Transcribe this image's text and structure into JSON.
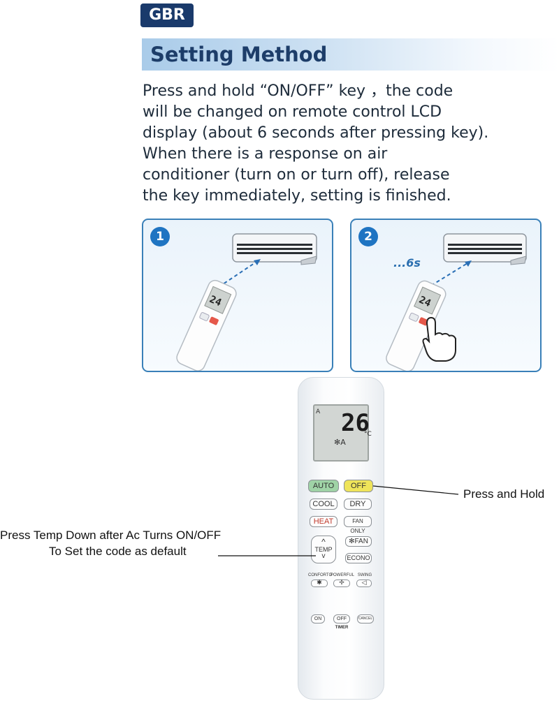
{
  "tag": "GBR",
  "heading": "Setting Method",
  "instructions": [
    "Press and hold “ON/OFF” key ，the code",
    "will be changed on remote control LCD",
    "display (about 6 seconds after pressing key).",
    "When there is a response on air",
    "conditioner (turn on or turn off), release",
    "the key immediately, setting is finished."
  ],
  "steps": [
    {
      "number": "1",
      "delay": "",
      "lcd_value": "24"
    },
    {
      "number": "2",
      "delay": "...6s",
      "lcd_value": "24"
    }
  ],
  "remote": {
    "lcd": {
      "temp": "26",
      "unit": "°C",
      "mode_icon": "A",
      "fan_icon": "✻A"
    },
    "buttons": {
      "auto": "AUTO",
      "off": "OFF",
      "cool": "COOL",
      "dry": "DRY",
      "heat": "HEAT",
      "fan_only": "FAN ONLY",
      "temp": "TEMP",
      "fan": "FAN",
      "econo": "ECONO",
      "conforto": "CONFORTO",
      "powerful": "POWERFUL",
      "swing": "SWING",
      "timer_on": "ON",
      "timer_off": "OFF",
      "cancel": "CANCEL",
      "timer": "TIMER"
    },
    "button_colors": {
      "auto": "#9fd3a6",
      "off": "#efe45a",
      "heat_text": "#c0392b"
    }
  },
  "callouts": {
    "press_and_hold": "Press and Hold",
    "temp_down_line1": "Press Temp Down after Ac Turns ON/OFF",
    "temp_down_line2": "To Set the code as default"
  }
}
